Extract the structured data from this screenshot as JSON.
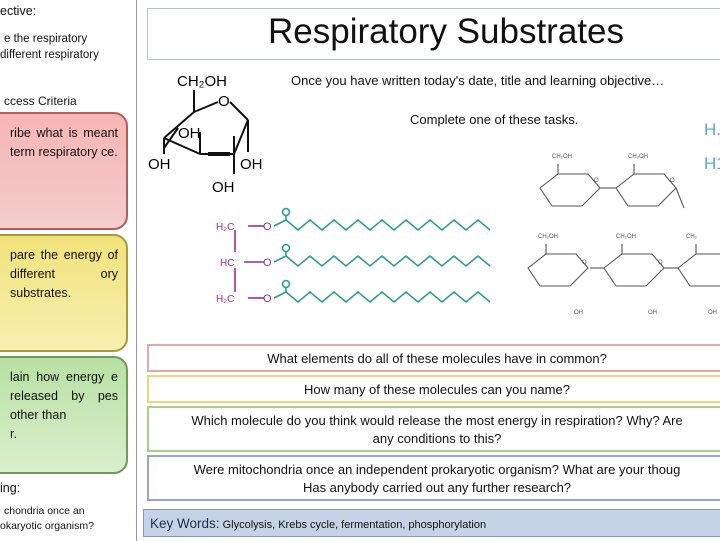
{
  "left": {
    "objective_heading": "ective:",
    "objective_line1": "e the respiratory",
    "objective_line2": "different respiratory",
    "criteria_heading": "ccess Criteria",
    "red_text": "ribe what is meant term respiratory ce.",
    "amber_text": "pare the energy of different ory substrates.",
    "green_text": "lain how energy e released by pes other than",
    "green_tail": "r.",
    "thinking_heading": "ing:",
    "thinking_line1": "chondria once an",
    "thinking_line2": "okaryotic organism?"
  },
  "title": "Respiratory Substrates",
  "instruction1": "Once you have written today's date, title and learning objective…",
  "instruction2": "Complete one of these tasks.",
  "side_labels": [
    "H.",
    "H1"
  ],
  "glucose": {
    "ch2oh": "CH₂OH",
    "o": "O",
    "oh_labels": [
      "OH",
      "OH",
      "OH",
      "OH"
    ]
  },
  "lipid": {
    "left_labels": [
      "H₂C",
      "HC",
      "H₂C"
    ],
    "o_labels": [
      "O",
      "O",
      "O"
    ]
  },
  "starch": {
    "labels": [
      "CH₂OH",
      "CH₂OH",
      "CH₂OH",
      "CH₂OH",
      "CH₂",
      "OH",
      "OH",
      "OH",
      "O",
      "O",
      "O",
      "O"
    ]
  },
  "questions": [
    "What elements do all of these molecules have in common?",
    "How many of these molecules can you name?",
    "Which molecule do you think would release the most energy in respiration? Why? Are",
    "any conditions to this?",
    "Were mitochondria once an independent prokaryotic organism? What are your thoug",
    "Has anybody carried out any further research?"
  ],
  "keywords": {
    "label": "Key Words:",
    "list": "Glycolysis, Krebs cycle, fermentation, phosphorylation"
  },
  "colors": {
    "red_box": "#f6b5b5",
    "amber_box": "#f1e27a",
    "green_box": "#b8e0a3",
    "lipid_purple": "#9b2e8e",
    "lipid_teal": "#2d9a9a",
    "keyword_band": "#c6d3e6"
  }
}
